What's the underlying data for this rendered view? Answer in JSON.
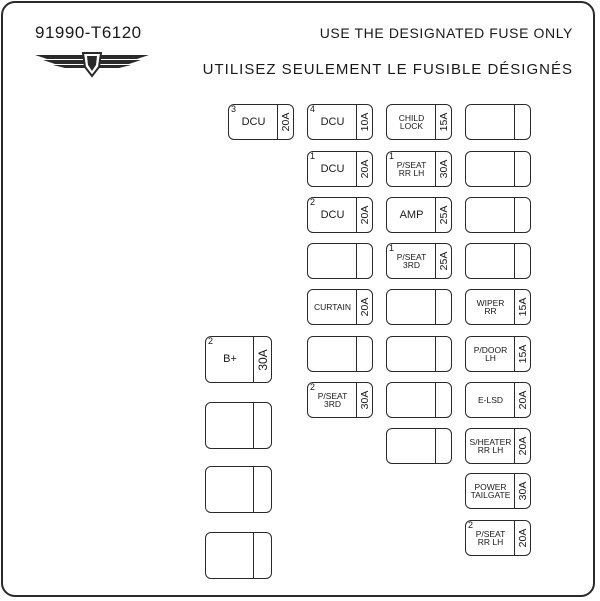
{
  "header": {
    "part_number": "91990-T6120",
    "notice_en": "USE THE DESIGNATED FUSE ONLY",
    "notice_fr": "UTILISEZ SEULEMENT LE FUSIBLE DÉSIGNÉS"
  },
  "logo": {
    "icon": "winged-emblem-icon"
  },
  "fuses": [
    {
      "name": [
        "DCU"
      ],
      "amp": "20A",
      "pos": "3",
      "size": "small"
    },
    {
      "name": [
        "DCU"
      ],
      "amp": "10A",
      "pos": "4",
      "size": "small"
    },
    {
      "name": [
        "DCU"
      ],
      "amp": "20A",
      "pos": "1",
      "size": "small"
    },
    {
      "name": [
        "DCU"
      ],
      "amp": "20A",
      "pos": "2",
      "size": "small"
    },
    {
      "name": [],
      "amp": "",
      "pos": "",
      "size": "small"
    },
    {
      "name": [
        "CURTAIN"
      ],
      "amp": "20A",
      "pos": "",
      "size": "small"
    },
    {
      "name": [],
      "amp": "",
      "pos": "",
      "size": "small"
    },
    {
      "name": [
        "P/SEAT",
        "3RD"
      ],
      "amp": "30A",
      "pos": "2",
      "size": "small"
    },
    {
      "name": [
        "CHILD",
        "LOCK"
      ],
      "amp": "15A",
      "pos": "",
      "size": "small"
    },
    {
      "name": [
        "P/SEAT",
        "RR LH"
      ],
      "amp": "30A",
      "pos": "1",
      "size": "small"
    },
    {
      "name": [
        "AMP"
      ],
      "amp": "25A",
      "pos": "",
      "size": "small"
    },
    {
      "name": [
        "P/SEAT",
        "3RD"
      ],
      "amp": "25A",
      "pos": "1",
      "size": "small"
    },
    {
      "name": [],
      "amp": "",
      "pos": "",
      "size": "small"
    },
    {
      "name": [],
      "amp": "",
      "pos": "",
      "size": "small"
    },
    {
      "name": [],
      "amp": "",
      "pos": "",
      "size": "small"
    },
    {
      "name": [],
      "amp": "",
      "pos": "",
      "size": "small"
    },
    {
      "name": [],
      "amp": "",
      "pos": "",
      "size": "small"
    },
    {
      "name": [],
      "amp": "",
      "pos": "",
      "size": "small"
    },
    {
      "name": [],
      "amp": "",
      "pos": "",
      "size": "small"
    },
    {
      "name": [],
      "amp": "",
      "pos": "",
      "size": "small"
    },
    {
      "name": [
        "WIPER",
        "RR"
      ],
      "amp": "15A",
      "pos": "",
      "size": "small"
    },
    {
      "name": [
        "P/DOOR",
        "LH"
      ],
      "amp": "15A",
      "pos": "",
      "size": "small"
    },
    {
      "name": [
        "E-LSD"
      ],
      "amp": "20A",
      "pos": "",
      "size": "small"
    },
    {
      "name": [
        "S/HEATER",
        "RR LH"
      ],
      "amp": "20A",
      "pos": "",
      "size": "small"
    },
    {
      "name": [
        "POWER",
        "TAILGATE"
      ],
      "amp": "30A",
      "pos": "",
      "size": "small"
    },
    {
      "name": [
        "P/SEAT",
        "RR LH"
      ],
      "amp": "20A",
      "pos": "2",
      "size": "small"
    },
    {
      "name": [
        "B+"
      ],
      "amp": "30A",
      "pos": "2",
      "size": "big"
    },
    {
      "name": [],
      "amp": "",
      "pos": "",
      "size": "big"
    },
    {
      "name": [],
      "amp": "",
      "pos": "",
      "size": "big"
    },
    {
      "name": [],
      "amp": "",
      "pos": "",
      "size": "big"
    }
  ]
}
